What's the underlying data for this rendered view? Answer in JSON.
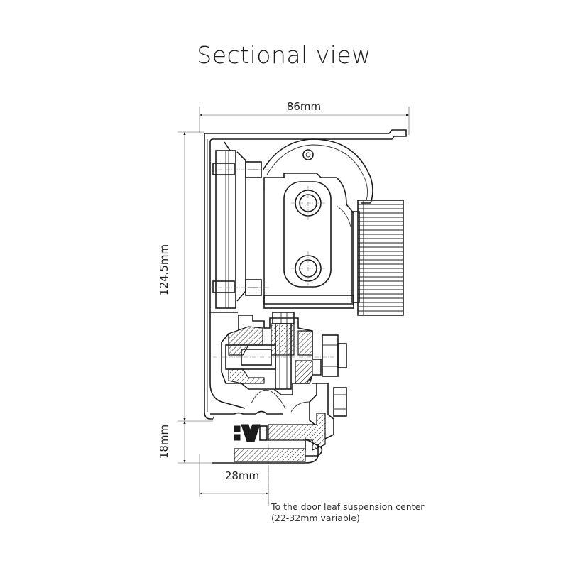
{
  "title": "Sectional view",
  "dimensions": {
    "width_top": "86mm",
    "height_left": "124.5mm",
    "height_bottom": "18mm",
    "width_bottom": "28mm"
  },
  "note": {
    "line1": "To the door leaf suspension center",
    "line2": "(22-32mm variable)"
  }
}
